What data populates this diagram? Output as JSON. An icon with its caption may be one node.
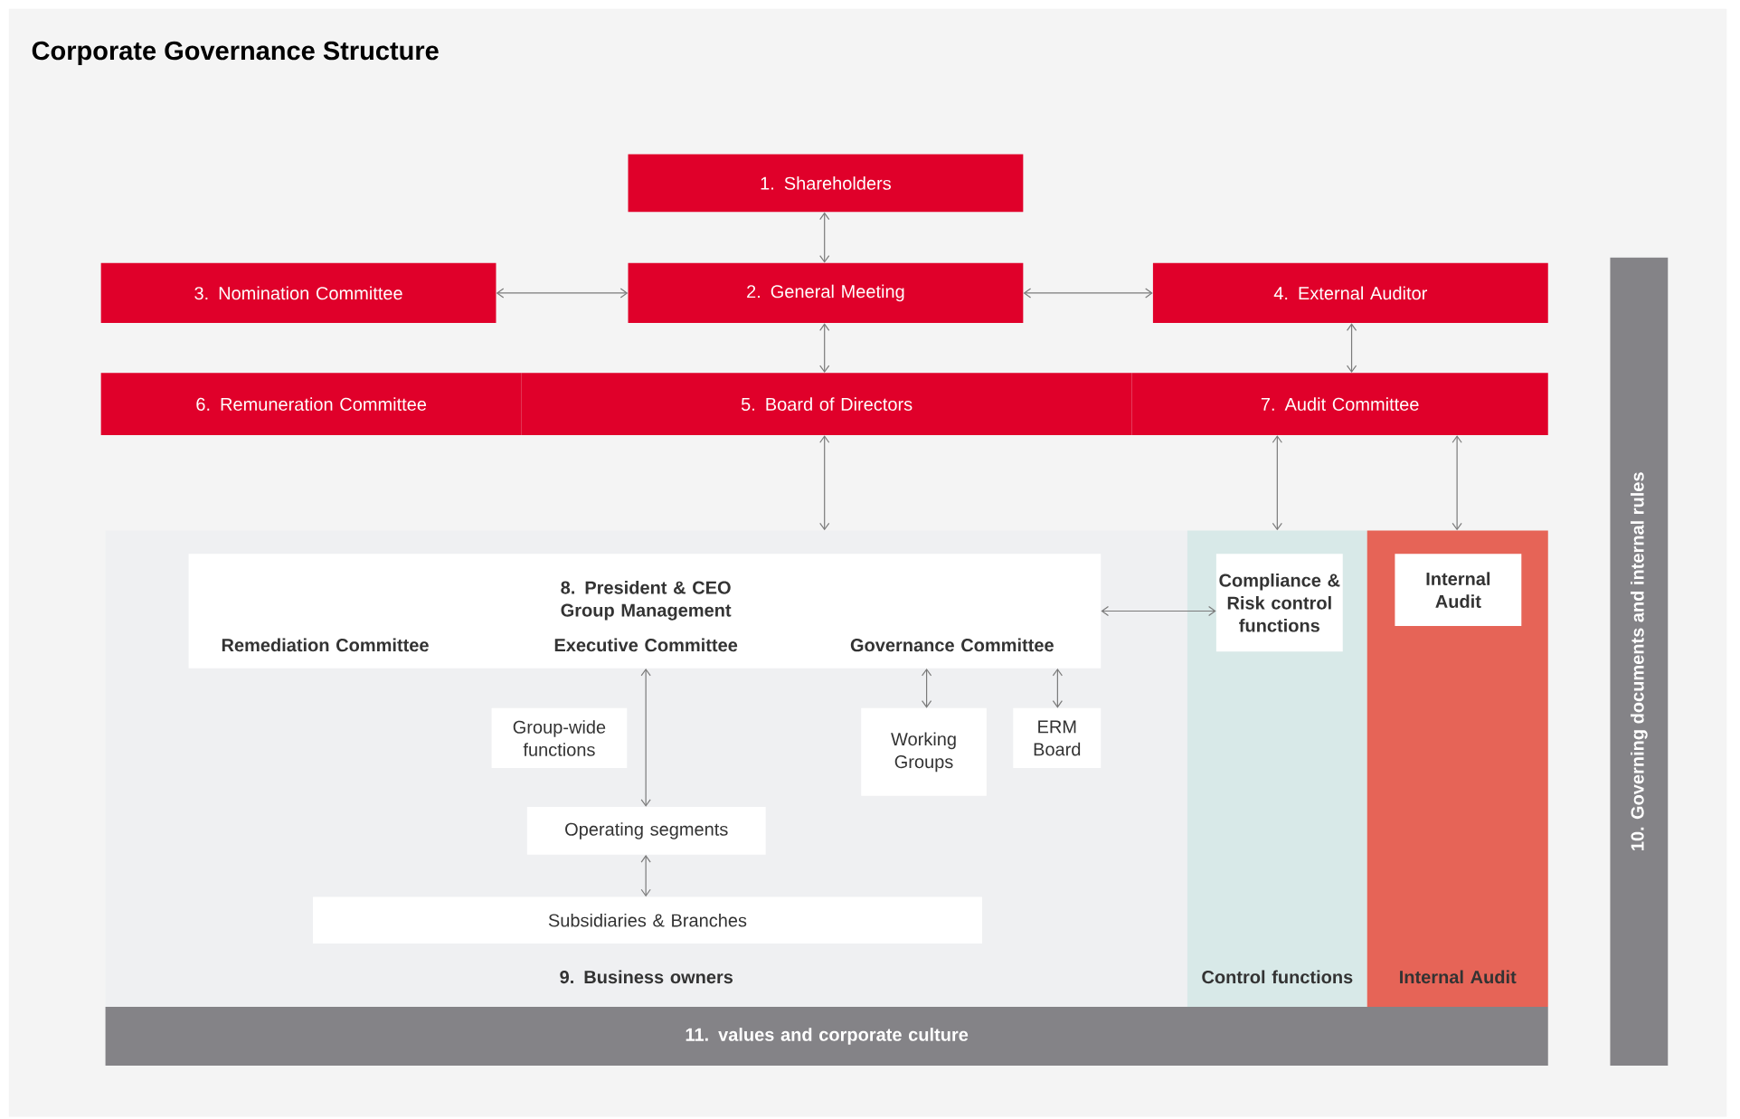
{
  "diagram": {
    "title": "Corporate Governance Structure",
    "nodes": [
      {
        "text": [
          "1. Shareholders"
        ]
      },
      {
        "text": [
          "3. Nomination Committee"
        ]
      },
      {
        "text": [
          "2. General Meeting"
        ]
      },
      {
        "text": [
          "4. External Auditor"
        ]
      },
      {
        "text": [
          "6. Remuneration Committee"
        ]
      },
      {
        "text": [
          "5. Board of Directors"
        ]
      },
      {
        "text": [
          "7. Audit Committee"
        ]
      },
      {
        "text": [
          "9. Business owners"
        ]
      },
      {
        "text": [
          "8. President & CEO Group Management"
        ],
        "in": 7
      },
      {
        "text": [
          "Remediation Committee"
        ],
        "in": 8
      },
      {
        "text": [
          "Executive Committee"
        ],
        "in": 8
      },
      {
        "text": [
          "Governance Committee"
        ],
        "in": 8
      },
      {
        "text": [
          "Group-wide functions"
        ],
        "in": 7
      },
      {
        "text": [
          "Working Groups"
        ],
        "in": 7
      },
      {
        "text": [
          "ERM Board"
        ],
        "in": 7
      },
      {
        "text": [
          "Operating segments"
        ],
        "in": 7
      },
      {
        "text": [
          "Subsidiaries & Branches"
        ],
        "in": 7
      },
      {
        "text": [
          "Control functions"
        ]
      },
      {
        "text": [
          "Compliance & Risk control functions"
        ],
        "in": 17
      },
      {
        "text": [
          "Internal Audit"
        ]
      },
      {
        "text": [
          "Internal Audit"
        ],
        "in": 19
      },
      {
        "text": [
          "10. Governing documents and internal rules"
        ]
      },
      {
        "text": [
          "11. values and corporate culture"
        ]
      }
    ],
    "edges": [
      {
        "from": 0,
        "to": 2,
        "arrow": "both"
      },
      {
        "from": 1,
        "to": 2,
        "arrow": "both"
      },
      {
        "from": 2,
        "to": 3,
        "arrow": "both"
      },
      {
        "from": 2,
        "to": 5,
        "arrow": "both"
      },
      {
        "from": 3,
        "to": 6,
        "arrow": "both"
      },
      {
        "from": 5,
        "to": 7,
        "arrow": "both"
      },
      {
        "from": 6,
        "to": 17,
        "arrow": "both"
      },
      {
        "from": 6,
        "to": 19,
        "arrow": "both"
      },
      {
        "from": 8,
        "to": 18,
        "arrow": "both"
      },
      {
        "from": 10,
        "to": 15,
        "arrow": "both"
      },
      {
        "from": 11,
        "to": 13,
        "arrow": "both"
      },
      {
        "from": 11,
        "to": 14,
        "arrow": "both"
      },
      {
        "from": 15,
        "to": 16,
        "arrow": "both"
      }
    ]
  }
}
